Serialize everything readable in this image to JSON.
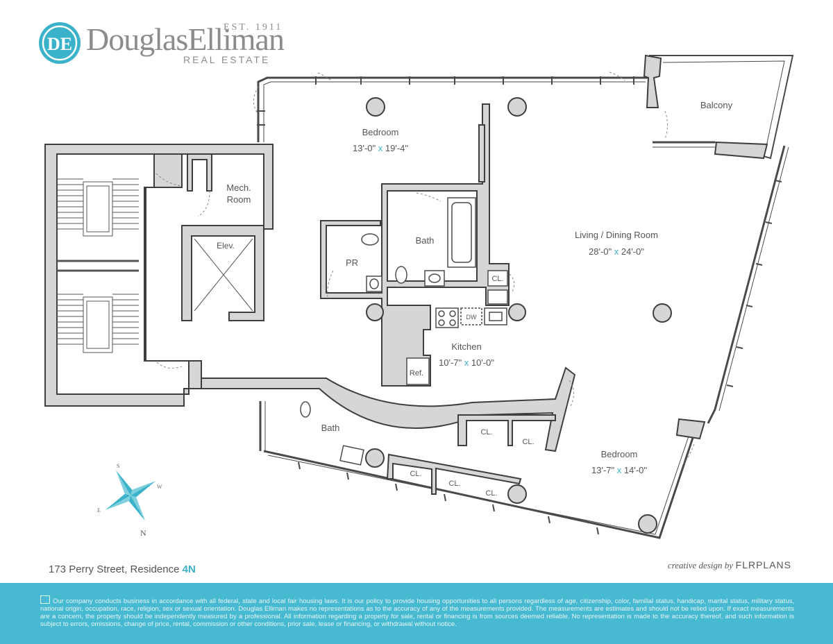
{
  "brand": {
    "name_part1": "Douglas",
    "name_part2": "Elliman",
    "established": "EST. 1911",
    "tagline": "REAL ESTATE",
    "monogram": "DE",
    "accent_color": "#3ab2c9"
  },
  "rooms": {
    "bedroom_top": {
      "name": "Bedroom",
      "dim_a": "13'-0\"",
      "dim_sep": "x",
      "dim_b": "19'-4\""
    },
    "balcony": {
      "name": "Balcony"
    },
    "mech": {
      "name": "Mech. Room"
    },
    "elev": {
      "name": "Elev."
    },
    "pr": {
      "name": "PR"
    },
    "bath_main": {
      "name": "Bath"
    },
    "living": {
      "name": "Living / Dining Room",
      "dim_a": "28'-0\"",
      "dim_sep": "x",
      "dim_b": "24'-0\""
    },
    "kitchen": {
      "name": "Kitchen",
      "dim_a": "10'-7\"",
      "dim_sep": "x",
      "dim_b": "10'-0\""
    },
    "bath_lower": {
      "name": "Bath"
    },
    "bedroom_bottom": {
      "name": "Bedroom",
      "dim_a": "13'-7\"",
      "dim_sep": "x",
      "dim_b": "14'-0\""
    }
  },
  "fixtures": {
    "cl": "CL.",
    "dw": "DW",
    "ref": "Ref."
  },
  "compass": {
    "n": "N",
    "s": "S",
    "e": "E",
    "w": "W"
  },
  "address": {
    "street": "173 Perry Street, Residence",
    "unit": "4N"
  },
  "credit": {
    "prefix": "creative design by",
    "company": "FLRPLANS"
  },
  "disclaimer": "Our company conducts business in accordance with all federal, state and local fair housing laws. It is our policy to provide housing opportunities to all persons regardless of age, citizenship, color, familial status, handicap, marital status, military status, national origin, occupation, race, religion, sex or sexual orientation. Douglas Elliman makes no representations as to the accuracy of any of the measurements provided. The measurements are estimates and should not be relied upon. If exact measurements are a concern, the property should be independently measured by a professional. All information regarding a property for sale, rental or financing is from sources deemed reliable. No representation is made to the accuracy thereof, and such information is subject to errors, omissions, change of price, rental, commission or other conditions, prior sale, lease or financing, or withdrawal without notice."
}
